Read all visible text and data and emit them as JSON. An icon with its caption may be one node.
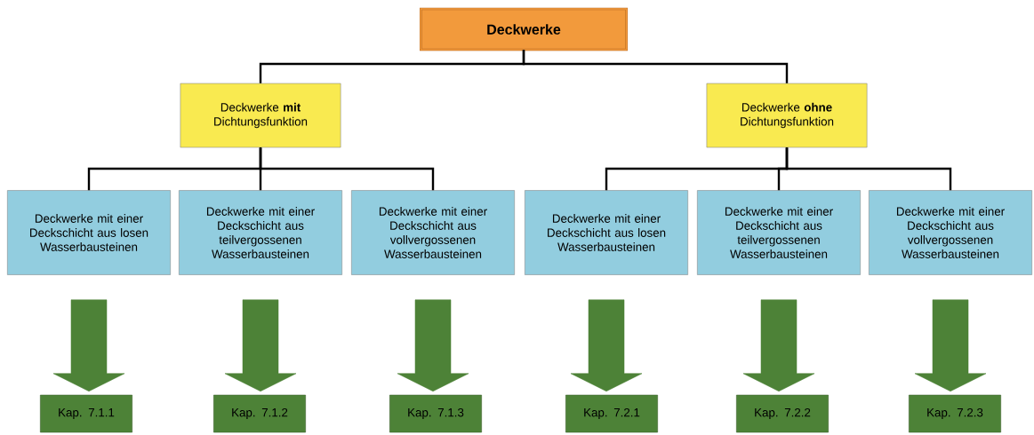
{
  "diagram": {
    "nodes": [
      {
        "text": [
          "Deckwerke"
        ]
      },
      {
        "text": [
          "Deckwerke **mit** Dichtungsfunktion"
        ]
      },
      {
        "text": [
          "Deckwerke **ohne** Dichtungsfunktion"
        ]
      },
      {
        "text": [
          "Deckwerke mit einer Deckschicht aus losen Wasserbausteinen"
        ]
      },
      {
        "text": [
          "Deckwerke mit einer Deckschicht aus teilvergossenen Wasserbausteinen"
        ]
      },
      {
        "text": [
          "Deckwerke mit einer Deckschicht aus vollvergossenen Wasserbausteinen"
        ]
      },
      {
        "text": [
          "Deckwerke mit einer Deckschicht aus losen Wasserbausteinen"
        ]
      },
      {
        "text": [
          "Deckwerke mit einer Deckschicht aus teilvergossenen Wasserbausteinen"
        ]
      },
      {
        "text": [
          "Deckwerke mit einer Deckschicht aus vollvergossenen Wasserbausteinen"
        ]
      },
      {
        "text": [
          "Kap. 7.1.1"
        ]
      },
      {
        "text": [
          "Kap. 7.1.2"
        ]
      },
      {
        "text": [
          "Kap. 7.1.3"
        ]
      },
      {
        "text": [
          "Kap. 7.2.1"
        ]
      },
      {
        "text": [
          "Kap. 7.2.2"
        ]
      },
      {
        "text": [
          "Kap. 7.2.3"
        ]
      }
    ],
    "edges": [
      {
        "from": 0,
        "to": 1,
        "arrow": "none"
      },
      {
        "from": 0,
        "to": 2,
        "arrow": "none"
      },
      {
        "from": 1,
        "to": 3,
        "arrow": "none"
      },
      {
        "from": 1,
        "to": 4,
        "arrow": "none"
      },
      {
        "from": 1,
        "to": 5,
        "arrow": "none"
      },
      {
        "from": 2,
        "to": 6,
        "arrow": "none"
      },
      {
        "from": 2,
        "to": 7,
        "arrow": "none"
      },
      {
        "from": 2,
        "to": 8,
        "arrow": "none"
      },
      {
        "from": 3,
        "to": 9,
        "arrow": "to",
        "style": "thick",
        "color": "#4d8237"
      },
      {
        "from": 4,
        "to": 10,
        "arrow": "to",
        "style": "thick",
        "color": "#4d8237"
      },
      {
        "from": 5,
        "to": 11,
        "arrow": "to",
        "style": "thick",
        "color": "#4d8237"
      },
      {
        "from": 6,
        "to": 12,
        "arrow": "to",
        "style": "thick",
        "color": "#4d8237"
      },
      {
        "from": 7,
        "to": 13,
        "arrow": "to",
        "style": "thick",
        "color": "#4d8237"
      },
      {
        "from": 8,
        "to": 14,
        "arrow": "to",
        "style": "thick",
        "color": "#4d8237"
      }
    ]
  }
}
